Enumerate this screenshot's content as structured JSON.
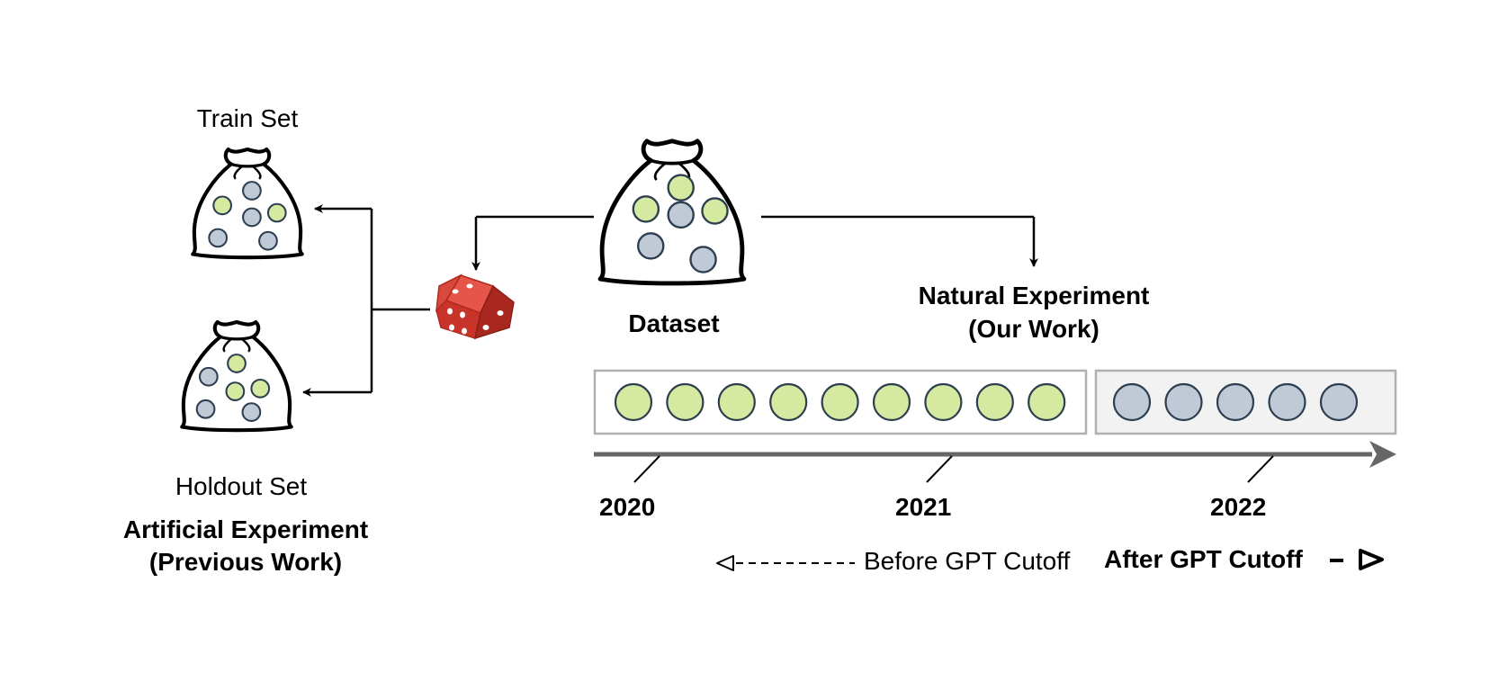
{
  "labels": {
    "train_set": "Train Set",
    "holdout_set": "Holdout Set",
    "artificial_line1": "Artificial Experiment",
    "artificial_line2": "(Previous Work)",
    "dataset": "Dataset",
    "natural_line1": "Natural Experiment",
    "natural_line2": "(Our Work)",
    "before_cutoff": "Before GPT Cutoff",
    "after_cutoff": "After GPT Cutoff"
  },
  "timeline": {
    "years": [
      "2020",
      "2021",
      "2022"
    ],
    "before_cutoff_items": 9,
    "after_cutoff_items": 5
  },
  "colors": {
    "green_ball": "#d6e9a0",
    "blue_ball": "#c0cad6",
    "ball_stroke": "#2d3e50",
    "axis": "#666666",
    "box_stroke": "#b0b0b0",
    "after_box_fill": "#f2f2f2",
    "die": "#d03a2f"
  },
  "icons": {
    "bag": "bag-icon",
    "die": "die-icon"
  }
}
